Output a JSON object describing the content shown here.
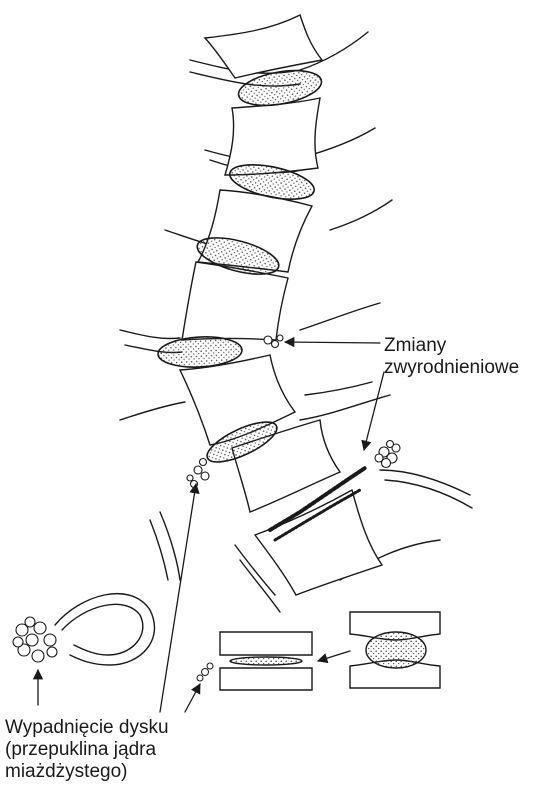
{
  "labels": {
    "degenerative_changes": [
      "Zmiany",
      "zwyrodnieniowe"
    ],
    "disc_herniation": [
      "Wypadnięcie dysku",
      "(przepuklina jądra",
      "miażdżystego)"
    ]
  },
  "colors": {
    "ink": "#1a1a1a",
    "background": "#ffffff",
    "stipple": "#444444"
  }
}
